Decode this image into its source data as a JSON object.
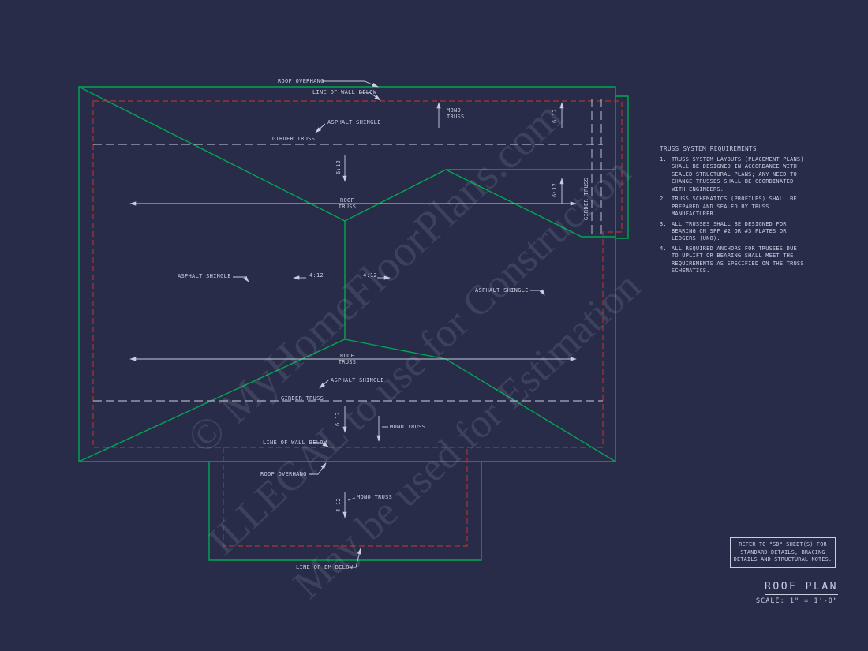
{
  "colors": {
    "background": "#282c49",
    "roof_outline_green": "#00a74f",
    "wall_below_red": "#ab3434",
    "line_and_text": "#c9cedf",
    "watermark": "rgba(200,206,224,0.13)"
  },
  "labels": {
    "roof_overhang_top": "ROOF OVERHANG",
    "wall_below_top": "LINE OF WALL BELOW",
    "girder_truss_top": "GIRDER TRUSS",
    "asphalt_shingle_top": "ASPHALT SHINGLE",
    "mono_truss_top_1": "MONO",
    "mono_truss_top_2": "TRUSS",
    "slope_top_center": "6:12",
    "slope_top_right_upper": "6:12",
    "slope_top_right_lower": "6:12",
    "girder_truss_right": "GIRDER TRUSS",
    "roof_truss_upper_1": "ROOF",
    "roof_truss_upper_2": "TRUSS",
    "asphalt_shingle_left": "ASPHALT SHINGLE",
    "slope_mid_left": "4:12",
    "slope_mid_right": "4:12",
    "asphalt_shingle_right": "ASPHALT SHINGLE",
    "roof_truss_lower_1": "ROOF",
    "roof_truss_lower_2": "TRUSS",
    "asphalt_shingle_lower": "ASPHALT SHINGLE",
    "girder_truss_lower": "GIRDER TRUSS",
    "slope_lower_center": "6:12",
    "mono_truss_lower": "MONO TRUSS",
    "wall_below_bottom": "LINE OF WALL BELOW",
    "roof_overhang_bottom": "ROOF OVERHANG",
    "slope_ext": "4:12",
    "mono_truss_ext": "MONO TRUSS",
    "bm_below": "LINE OF BM BELOW"
  },
  "notes": {
    "title": "TRUSS SYSTEM REQUIREMENTS",
    "items": [
      {
        "n": "1.",
        "t": "TRUSS SYSTEM LAYOUTS (PLACEMENT PLANS) SHALL BE DESIGNED IN ACCORDANCE WITH SEALED STRUCTURAL PLANS; ANY NEED TO CHANGE TRUSSES SHALL BE COORDINATED WITH ENGINEERS."
      },
      {
        "n": "2.",
        "t": "TRUSS SCHEMATICS (PROFILES) SHALL BE PREPARED AND SEALED BY TRUSS MANUFACTURER."
      },
      {
        "n": "3.",
        "t": "ALL TRUSSES SHALL BE DESIGNED FOR BEARING ON SPF #2 OR #3 PLATES OR LEDGERS (UNO)."
      },
      {
        "n": "4.",
        "t": "ALL REQUIRED ANCHORS FOR TRUSSES DUE TO UPLIFT OR BEARING SHALL MEET THE REQUIREMENTS AS SPECIFIED ON THE TRUSS SCHEMATICS."
      }
    ]
  },
  "ref_box": {
    "text": "REFER TO \"SD\" SHEET(S) FOR STANDARD DETAILS, BRACING DETAILS AND STRUCTURAL NOTES."
  },
  "titleblock": {
    "title": "ROOF PLAN",
    "scale": "SCALE: 1\" = 1'-0\""
  },
  "watermark": {
    "l1": "© MyHomeFloorPlans.com",
    "l2": "ILLEGAL to use for Construction",
    "l3": "May be used for Estimation"
  }
}
